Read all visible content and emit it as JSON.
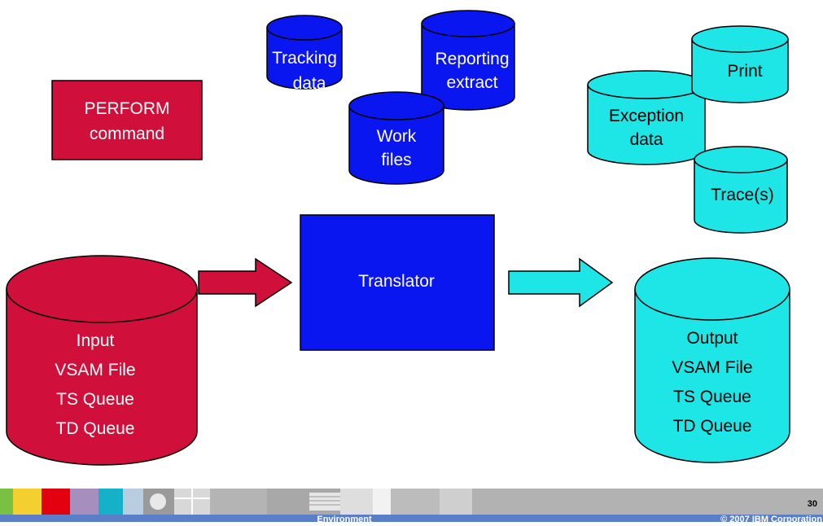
{
  "diagram": {
    "perform_box": {
      "lines": [
        "PERFORM",
        "command"
      ],
      "color": "#d0103a"
    },
    "translator_box": {
      "label": "Translator",
      "color": "#0a16f0"
    },
    "datastores": {
      "tracking": {
        "lines": [
          "Tracking",
          "data"
        ],
        "color": "#0a16f0"
      },
      "reporting": {
        "lines": [
          "Reporting",
          "extract"
        ],
        "color": "#0a16f0"
      },
      "work": {
        "lines": [
          "Work",
          "files"
        ],
        "color": "#0a16f0"
      },
      "exception": {
        "lines": [
          "Exception",
          "data"
        ],
        "color": "#1ee6e6"
      },
      "print": {
        "lines": [
          "Print"
        ],
        "color": "#1ee6e6"
      },
      "trace": {
        "lines": [
          "Trace(s)"
        ],
        "color": "#1ee6e6"
      },
      "input": {
        "lines": [
          "Input",
          "VSAM File",
          "TS Queue",
          "TD Queue"
        ],
        "color": "#d0103a"
      },
      "output": {
        "lines": [
          "Output",
          "VSAM File",
          "TS Queue",
          "TD Queue"
        ],
        "color": "#1ee6e6"
      }
    },
    "arrows": {
      "input_arrow_color": "#d0103a",
      "output_arrow_color": "#1ee6e6"
    }
  },
  "footer": {
    "page_number": "30",
    "center_text": "Environment",
    "copyright": "© 2007 IBM Corporation"
  }
}
